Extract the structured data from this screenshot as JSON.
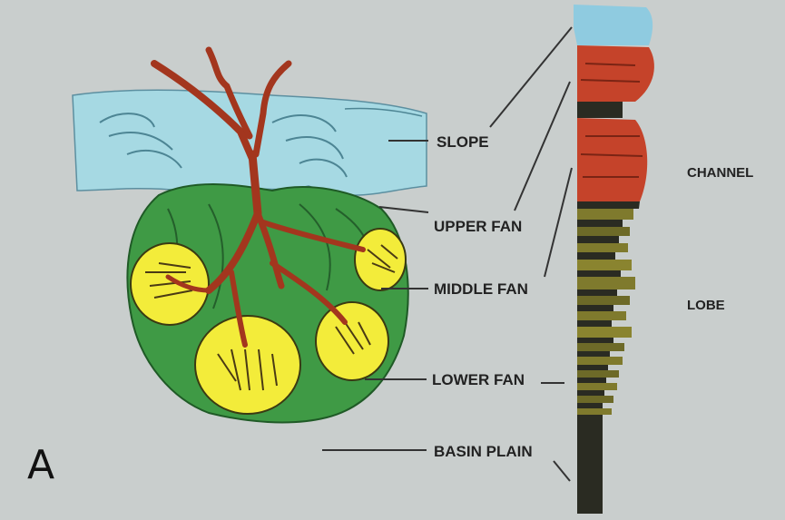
{
  "figure": {
    "panel_letter": "A",
    "labels": {
      "slope": "SLOPE",
      "upper_fan": "UPPER FAN",
      "middle_fan": "MIDDLE FAN",
      "lower_fan": "LOWER FAN",
      "basin_plain": "BASIN PLAIN",
      "channel": "CHANNEL",
      "lobe": "LOBE"
    },
    "colors": {
      "background": "#c9cecd",
      "slope_water": "#a6d9e3",
      "fan_green": "#3f9a45",
      "lobe_yellow": "#f3ec3a",
      "channel_red": "#a3361e",
      "column_dark": "#2a2b22",
      "column_olive": "#7f7a2d",
      "column_red": "#c5432a",
      "column_top_blue": "#8fcbe0"
    }
  }
}
